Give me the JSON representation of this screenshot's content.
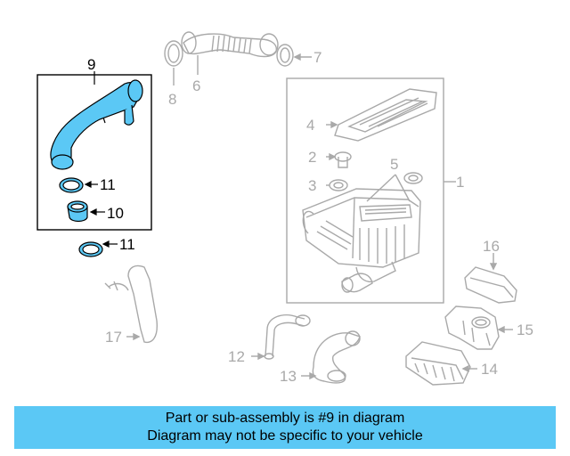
{
  "callouts": {
    "c1": "1",
    "c2": "2",
    "c3": "3",
    "c4": "4",
    "c5": "5",
    "c6": "6",
    "c7": "7",
    "c8": "8",
    "c9": "9",
    "c10": "10",
    "c11a": "11",
    "c11b": "11",
    "c12": "12",
    "c13": "13",
    "c14": "14",
    "c15": "15",
    "c16": "16",
    "c17": "17"
  },
  "highlight_color": "#5bc8f5",
  "banner": {
    "line1": "Part or sub-assembly is #9 in diagram",
    "line2": "Diagram may not be specific to your vehicle"
  }
}
